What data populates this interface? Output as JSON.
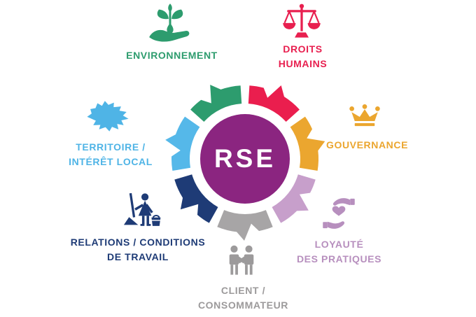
{
  "diagram": {
    "title": "RSE",
    "background": "#ffffff",
    "center": {
      "label": "RSE",
      "color": "#8b2580",
      "text_color": "#ffffff"
    }
  },
  "wheel": {
    "outer_radius": 105,
    "inner_radius": 79,
    "tip_radius": 117,
    "segment_gap_deg": 3.5
  },
  "categories": [
    {
      "id": "environnement",
      "lines": [
        "ENVIRONNEMENT"
      ],
      "color": "#2d9c6e",
      "band_color": "#2d9c6e",
      "icon": "plant-in-hand-icon",
      "mid_angle": 115.7
    },
    {
      "id": "droits-humains",
      "lines": [
        "DROITS",
        "HUMAINS"
      ],
      "color": "#e81f4f",
      "band_color": "#ea1e4e",
      "icon": "justice-scales-icon",
      "mid_angle": 64.3
    },
    {
      "id": "gouvernance",
      "lines": [
        "GOUVERNANCE"
      ],
      "color": "#eba62f",
      "band_color": "#eba62f",
      "icon": "crown-icon",
      "mid_angle": 12.9
    },
    {
      "id": "loyaute-des-pratiques",
      "lines": [
        "LOYAUTÉ",
        "DES PRATIQUES"
      ],
      "color": "#b78fbe",
      "band_color": "#c79fcb",
      "icon": "hands-holding-heart-icon",
      "mid_angle": -38.6
    },
    {
      "id": "client-consommateur",
      "lines": [
        "CLIENT /",
        "CONSOMMATEUR"
      ],
      "color": "#9c9a9b",
      "band_color": "#a7a5a6",
      "icon": "handshake-icon",
      "mid_angle": -90
    },
    {
      "id": "relations-conditions-de-travail",
      "lines": [
        "RELATIONS / CONDITIONS",
        "DE TRAVAIL"
      ],
      "color": "#1e3b76",
      "band_color": "#1e3b76",
      "icon": "cleaning-person-icon",
      "mid_angle": -141.4
    },
    {
      "id": "territoire-interet-local",
      "lines": [
        "TERRITOIRE /",
        "INTÉRÊT LOCAL"
      ],
      "color": "#4fb4e6",
      "band_color": "#55b8e9",
      "icon": "territory-map-icon",
      "mid_angle": -192.9
    }
  ]
}
